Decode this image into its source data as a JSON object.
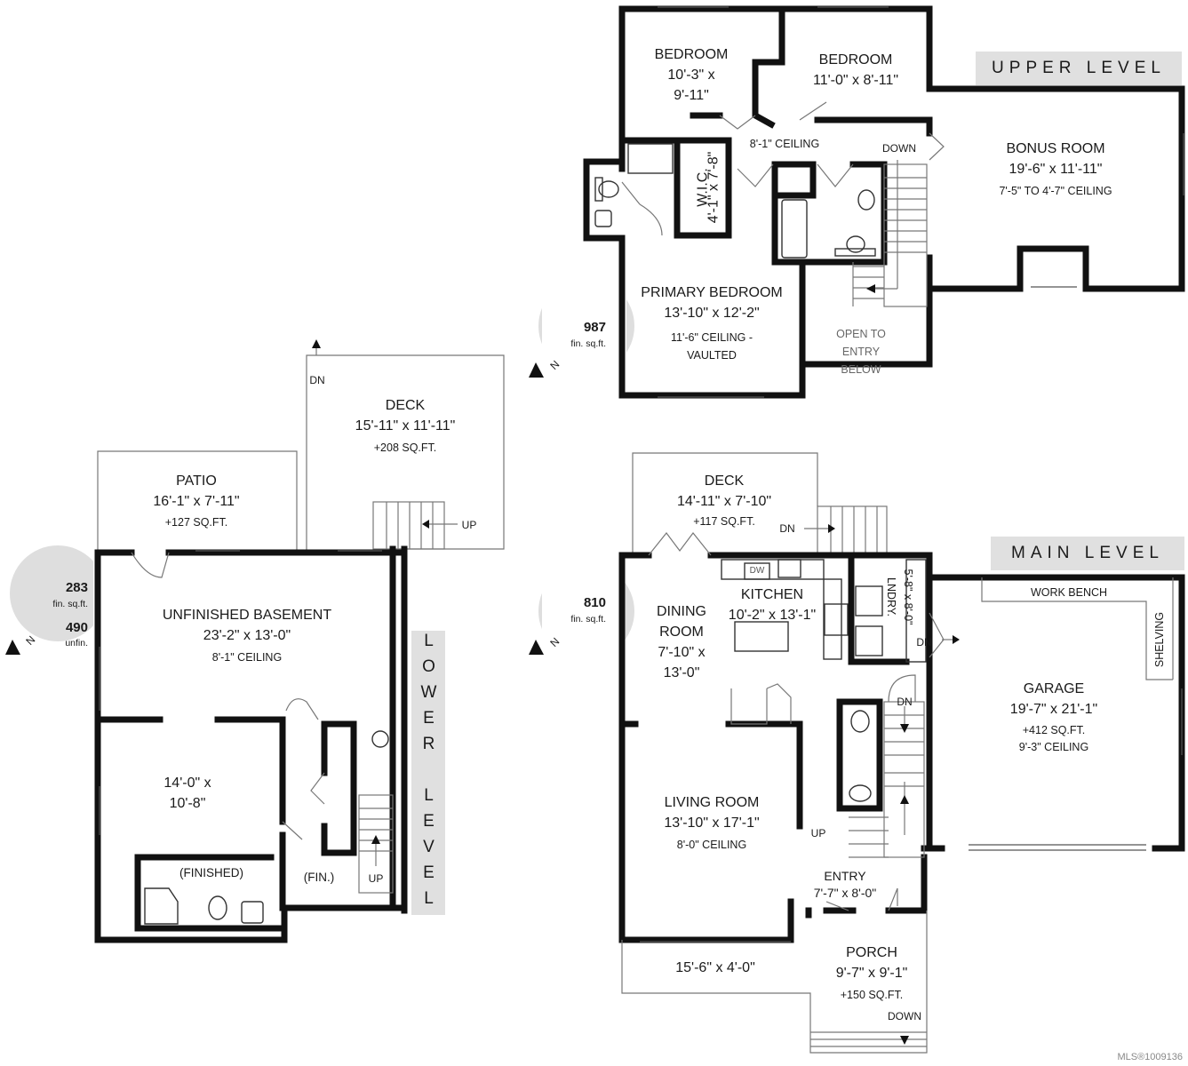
{
  "levels": {
    "upper": {
      "badge": "UPPER LEVEL",
      "area_num": "987",
      "area_unit": "fin. sq.ft.",
      "compass": "N",
      "rooms": [
        {
          "name": "BEDROOM",
          "dims": "10'-3\" x 9'-11\""
        },
        {
          "name": "BEDROOM",
          "dims": "11'-0\" x 8'-11\""
        },
        {
          "name": "BONUS ROOM",
          "dims": "19'-6\" x 11'-11\"",
          "note": "7'-5\" TO 4'-7\" CEILING"
        },
        {
          "name": "W.I.C.",
          "dims": "4'-1\" x 7'-8\""
        },
        {
          "name": "PRIMARY BEDROOM",
          "dims": "13'-10\" x 12'-2\"",
          "note": "11'-6\" CEILING - VAULTED"
        }
      ],
      "hall_ceiling": "8'-1\" CEILING",
      "down": "DOWN",
      "open_to": "OPEN TO ENTRY BELOW"
    },
    "lower": {
      "badge": "LOWER LEVEL",
      "area_fin": "283",
      "area_fin_unit": "fin. sq.ft.",
      "area_unfin": "490",
      "area_unfin_unit": "unfin.",
      "compass": "N",
      "rooms": [
        {
          "name": "DECK",
          "dims": "15'-11\" x 11'-11\"",
          "note": "+208 SQ.FT."
        },
        {
          "name": "PATIO",
          "dims": "16'-1\" x 7'-11\"",
          "note": "+127 SQ.FT."
        },
        {
          "name": "UNFINISHED BASEMENT",
          "dims": "23'-2\" x 13'-0\"",
          "note": "8'-1\" CEILING"
        },
        {
          "name": "",
          "dims": "14'-0\" x 10'-8\""
        }
      ],
      "finished": "(FINISHED)",
      "fin": "(FIN.)",
      "dn": "DN",
      "up": "UP",
      "up2": "UP"
    },
    "main": {
      "badge": "MAIN LEVEL",
      "area_num": "810",
      "area_unit": "fin. sq.ft.",
      "compass": "N",
      "rooms": [
        {
          "name": "DECK",
          "dims": "14'-11\" x 7'-10\"",
          "note": "+117 SQ.FT."
        },
        {
          "name": "KITCHEN",
          "dims": "10'-2\" x 13'-1\""
        },
        {
          "name": "DINING ROOM",
          "dims": "7'-10\" x 13'-0\""
        },
        {
          "name": "LNDRY.",
          "dims": "5'-8\" x 8'-0\""
        },
        {
          "name": "GARAGE",
          "dims": "19'-7\" x 21'-1\"",
          "note": "+412 SQ.FT.",
          "note2": "9'-3\" CEILING"
        },
        {
          "name": "LIVING ROOM",
          "dims": "13'-10\" x 17'-1\"",
          "note": "8'-0\" CEILING"
        },
        {
          "name": "ENTRY",
          "dims": "7'-7\" x 8'-0\""
        },
        {
          "name": "PORCH",
          "dims": "9'-7\" x 9'-1\"",
          "note": "+150 SQ.FT."
        },
        {
          "name": "",
          "dims": "15'-6\" x 4'-0\""
        }
      ],
      "work_bench": "WORK BENCH",
      "shelving": "SHELVING",
      "dw": "DW",
      "dn": "DN",
      "dn2": "DN",
      "dn3": "DN",
      "up": "UP",
      "down": "DOWN"
    }
  },
  "mls": "MLS®1009136"
}
